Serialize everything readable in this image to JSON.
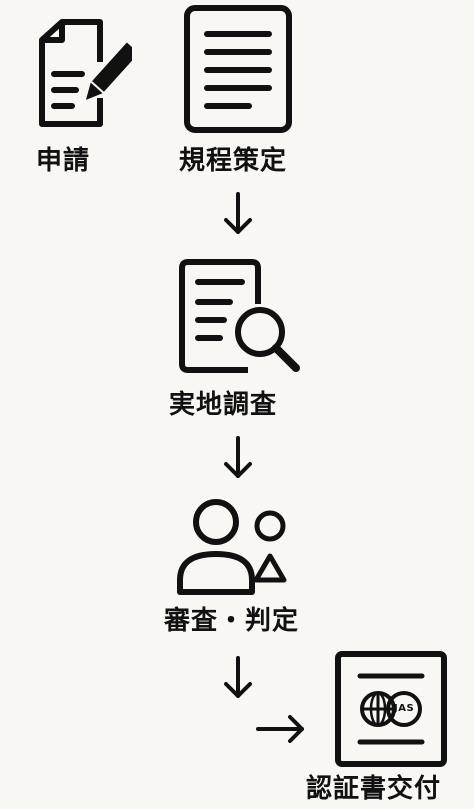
{
  "steps": {
    "apply": {
      "label": "申請",
      "icon": "document-pen-icon"
    },
    "rules": {
      "label": "規程策定",
      "icon": "document-lines-icon"
    },
    "inspect": {
      "label": "実地調査",
      "icon": "document-search-icon"
    },
    "review": {
      "label": "審査・判定",
      "icon": "people-icon"
    },
    "certify": {
      "label": "認証書交付",
      "icon": "certificate-icon",
      "badge_text": "JAS"
    }
  },
  "colors": {
    "line": "#111111",
    "background": "#f8f7f3"
  }
}
